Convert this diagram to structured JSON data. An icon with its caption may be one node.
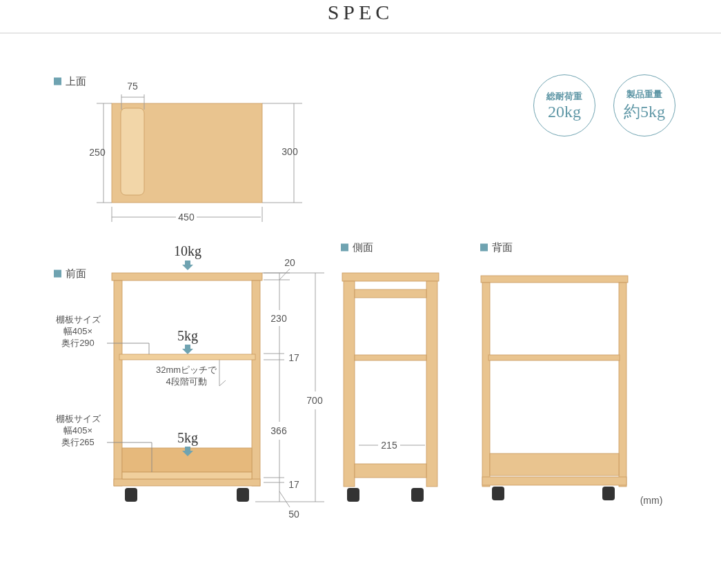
{
  "diagram": {
    "title": "SPEC",
    "nodes": [
      {
        "text": [
          "総耐荷重",
          "20kg"
        ]
      },
      {
        "text": [
          "製品重量",
          "約5kg"
        ]
      },
      {
        "text": [
          "棚板サイズ幅405×奥行290"
        ]
      },
      {
        "text": [],
        "shape": "bar"
      },
      {
        "text": [
          "棚板サイズ幅405×奥行265"
        ]
      },
      {
        "text": [],
        "shape": "bar"
      }
    ],
    "edges": [
      {
        "from": 2,
        "to": 3,
        "arrow": "none"
      },
      {
        "from": 4,
        "to": 5,
        "arrow": "none"
      }
    ],
    "labels": [
      "上面",
      "75",
      "250",
      "300",
      "450",
      "前面",
      "10kg",
      "20",
      "230",
      "5kg",
      "17",
      "32mmピッチで 4段階可動",
      "700",
      "366",
      "5kg",
      "17",
      "50",
      "側面",
      "215",
      "背面",
      "(mm)"
    ]
  }
}
